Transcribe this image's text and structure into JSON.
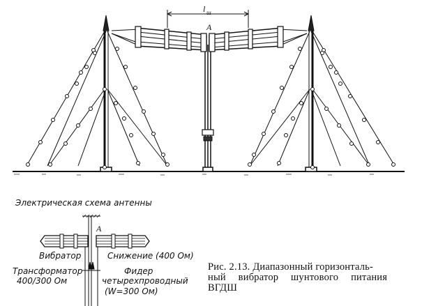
{
  "figure": {
    "labels": {
      "dimension": "l",
      "dimension_sub": "ш",
      "point_top": "A",
      "scheme_title": "Электрическая схема антенны",
      "point_scheme": "A",
      "vibrator": "Вибратор",
      "descent": "Снижение (400 Ом)",
      "transformer_1": "Трансформатор",
      "transformer_2": "400/300 Ом",
      "feeder_1": "Фидер",
      "feeder_2": "четырехпроводный",
      "feeder_3": "(W=300 Ом)"
    },
    "caption": {
      "line1": "Рис. 2.13. Диапазонный горизонталь-",
      "line2": "ный вибратор шунтового питания",
      "line3": "ВГДШ"
    }
  }
}
